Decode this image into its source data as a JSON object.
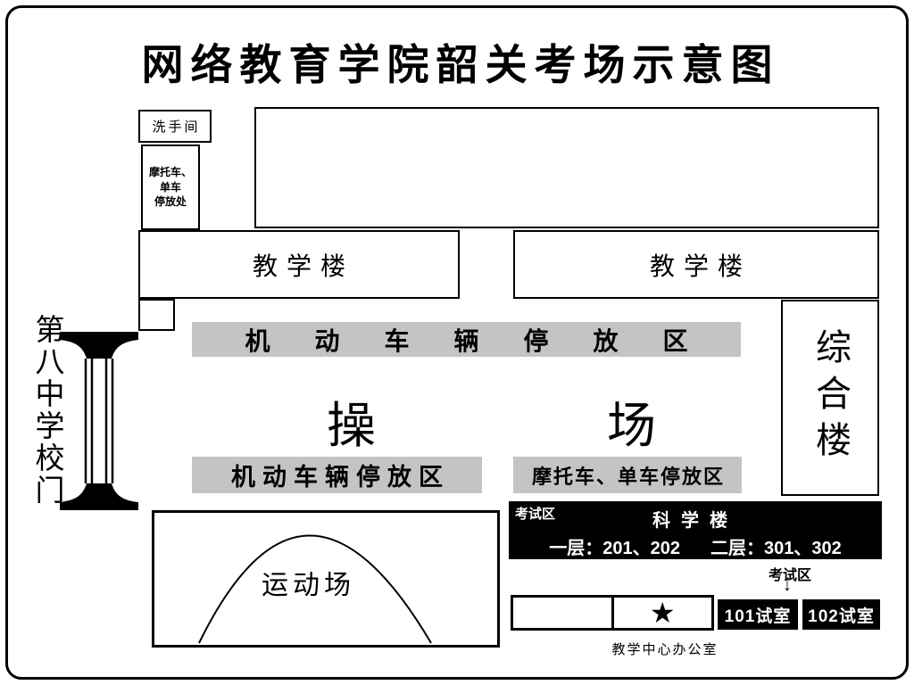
{
  "title": "网络教育学院韶关考场示意图",
  "colors": {
    "bar_gray": "#c4c4c4",
    "ink": "#000000",
    "paper": "#ffffff"
  },
  "top_area": {
    "restroom": "洗手间",
    "moto_hut": {
      "line1": "摩托车、",
      "line2": "单车",
      "line3": "停放处"
    },
    "teaching_left": "教学楼",
    "teaching_right": "教学楼"
  },
  "parking": {
    "top_bar": "机动车辆停放区",
    "left_bar": "机动车辆停放区",
    "right_bar": "摩托车、单车停放区"
  },
  "playground": {
    "left_char": "操",
    "right_char": "场"
  },
  "comprehensive_building": "综合楼",
  "gate": {
    "label": "第八中学校门"
  },
  "science_building": {
    "zone_tag": "考试区",
    "name": "科学楼",
    "rooms_floor1": "一层：201、202",
    "rooms_floor2": "二层：301、302"
  },
  "sports_field": {
    "label": "运动场"
  },
  "exam_pointer": {
    "label": "考试区",
    "arrow": "↓"
  },
  "exam_rooms": {
    "room_101": "101试室",
    "room_102": "102试室"
  },
  "office": {
    "label": "教学中心办公室",
    "star": "★"
  }
}
